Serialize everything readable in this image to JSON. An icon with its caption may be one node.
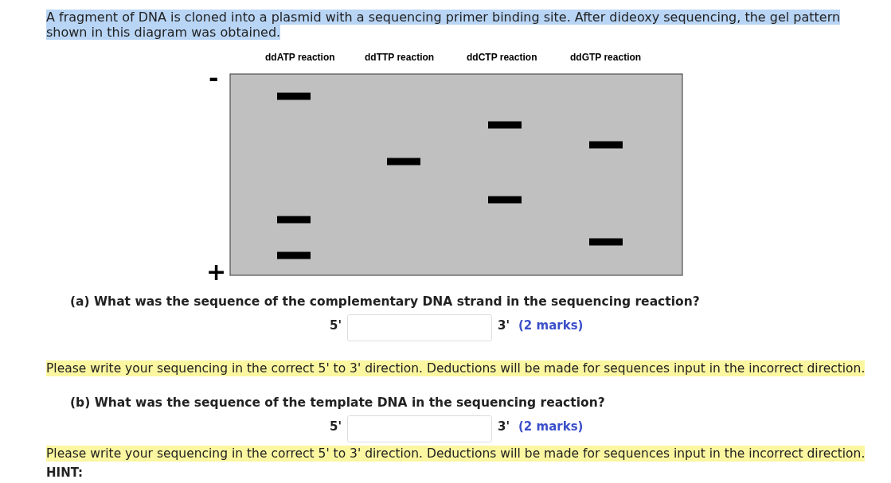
{
  "diagram": {
    "title": "A fragment of DNA is cloned into a plasmid with a sequencing primer binding site. After dideoxy sequencing, the gel pattern shown in this diagram was obtained.",
    "labels": [
      "ddATP reaction",
      "ddTTP reaction",
      "ddCTP reaction",
      "ddGTP reaction",
      "-",
      "+",
      "(a) What was the sequence of the complementary DNA strand in the sequencing reaction?",
      "5'",
      "3'",
      "(2 marks)",
      "Please write your sequencing in the correct 5' to 3' direction. Deductions will be made for sequences input in the incorrect direction.",
      "(b) What was the sequence of the template DNA in the sequencing reaction?",
      "5'",
      "3'",
      "(2 marks)",
      "Please write your sequencing in the correct 5' to 3' direction. Deductions will be made for sequences input in the incorrect direction.",
      "HINT:"
    ]
  }
}
